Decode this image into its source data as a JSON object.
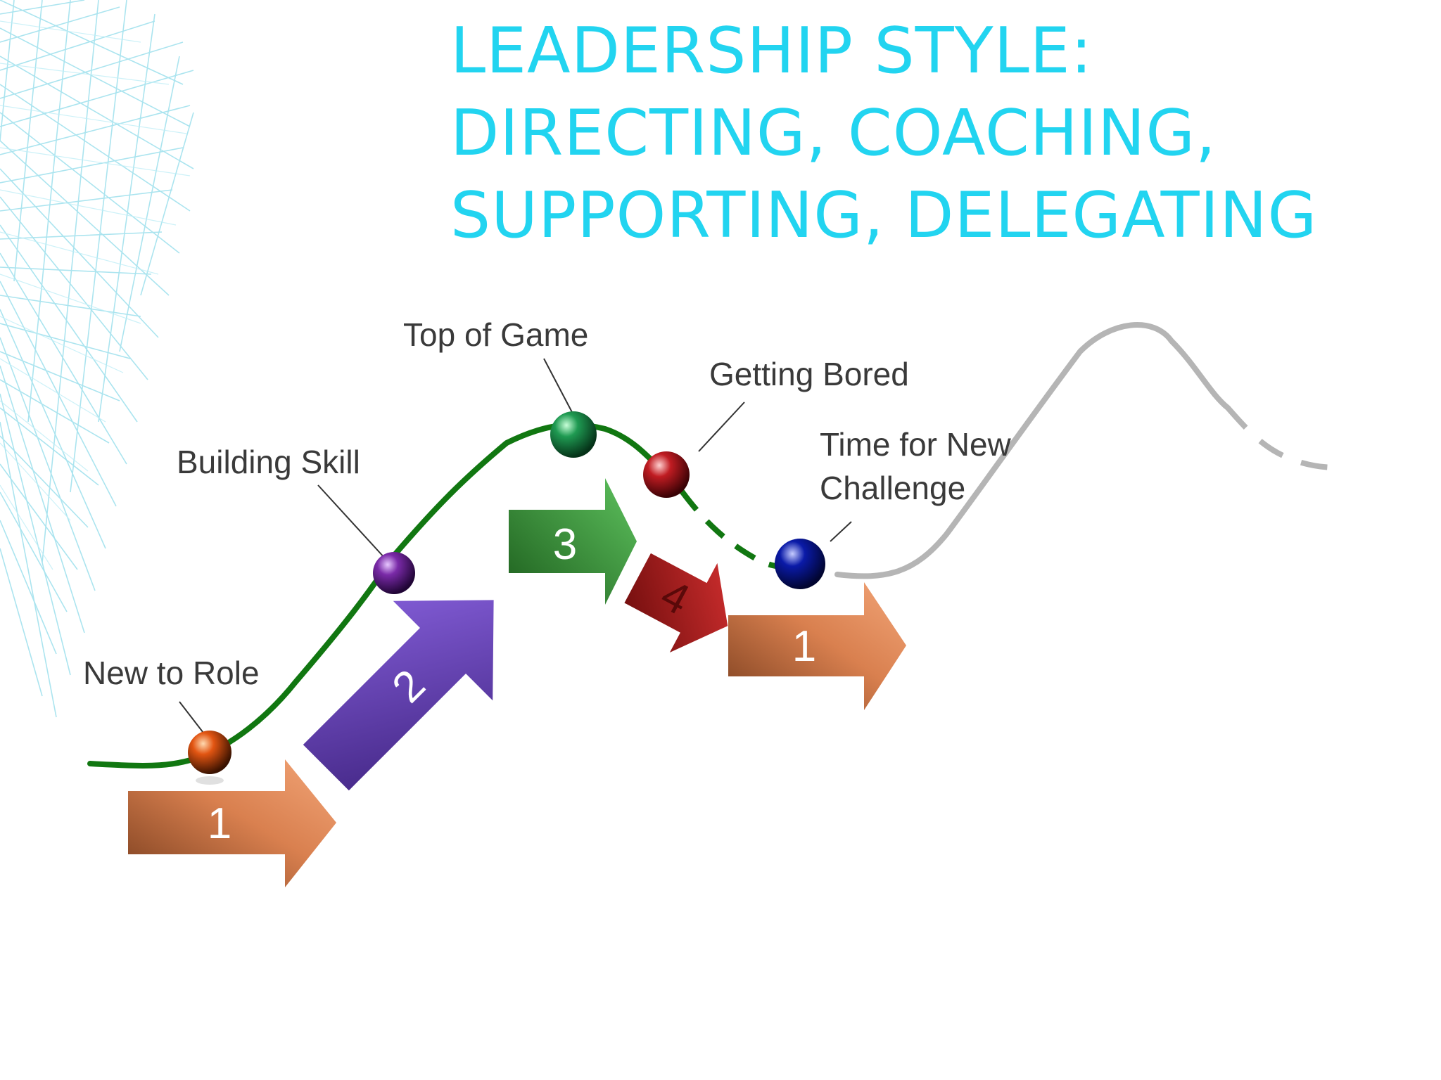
{
  "title": {
    "line1": "LEADERSHIP STYLE:",
    "line2": "DIRECTING, COACHING,",
    "line3": "SUPPORTING, DELEGATING"
  },
  "stages": [
    {
      "label": "New to Role",
      "ball_color": "#e25512"
    },
    {
      "label": "Building Skill",
      "ball_color": "#7a2aa8"
    },
    {
      "label": "Top of Game",
      "ball_color": "#1f9a52"
    },
    {
      "label": "Getting Bored",
      "ball_color": "#c01c22"
    },
    {
      "label_line1": "Time for New",
      "label_line2": "Challenge",
      "ball_color": "#0a1aa8"
    }
  ],
  "arrows": [
    {
      "number": "1",
      "color": "#e0855a"
    },
    {
      "number": "2",
      "color": "#6a40c0"
    },
    {
      "number": "3",
      "color": "#3a9a3a"
    },
    {
      "number": "4",
      "color": "#c0201e"
    },
    {
      "number": "1",
      "color": "#e0855a"
    }
  ],
  "colors": {
    "title": "#22d4f0",
    "curve_main": "#117711",
    "curve_future": "#b5b5b5"
  }
}
